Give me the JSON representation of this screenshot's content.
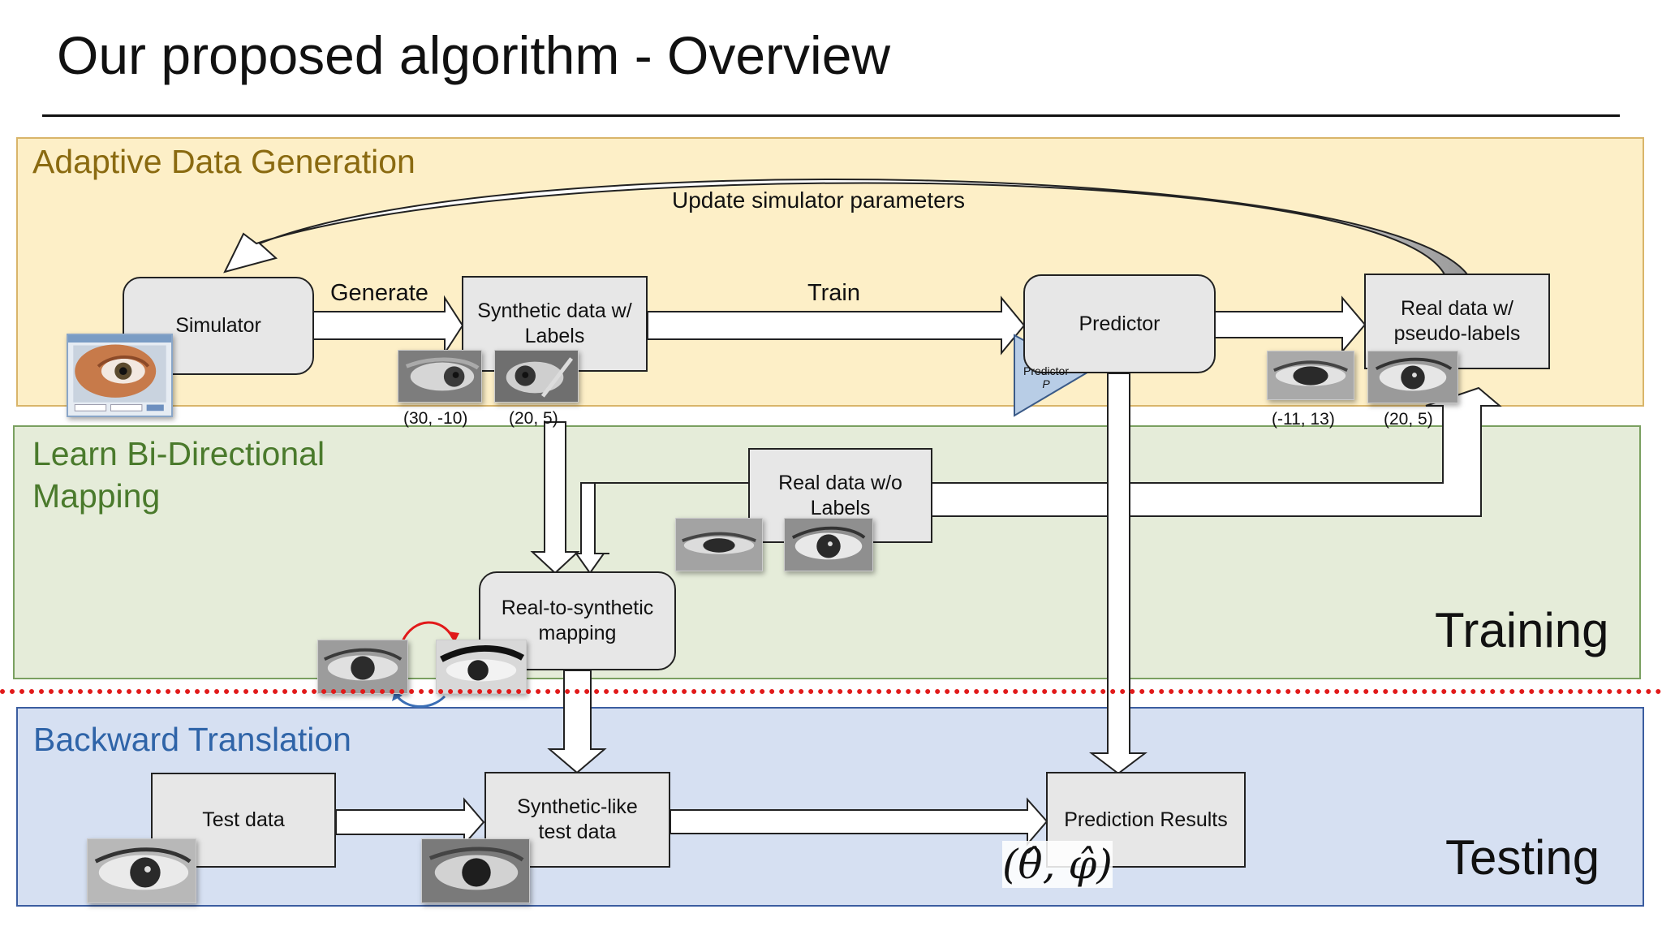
{
  "title": "Our proposed algorithm - Overview",
  "sections": {
    "adaptive": "Adaptive Data Generation",
    "learn_line1": "Learn Bi-Directional",
    "learn_line2": "Mapping",
    "backward": "Backward Translation"
  },
  "nodes": {
    "simulator": "Simulator",
    "synthetic_l1": "Synthetic data w/",
    "synthetic_l2": "Labels",
    "predictor": "Predictor",
    "predictor_tri_l1": "Predictor",
    "predictor_tri_l2": "P",
    "real_pseudo_l1": "Real data w/",
    "real_pseudo_l2": "pseudo-labels",
    "real_nolabel_l1": "Real data w/o",
    "real_nolabel_l2": "Labels",
    "r2s_l1": "Real-to-synthetic",
    "r2s_l2": "mapping",
    "test_data": "Test data",
    "synlike_l1": "Synthetic-like",
    "synlike_l2": "test data",
    "prediction_results": "Prediction Results"
  },
  "edges": {
    "generate": "Generate",
    "train": "Train",
    "update": "Update simulator parameters"
  },
  "labels": {
    "syn_coord_1": "(30, -10)",
    "syn_coord_2": "(20, 5)",
    "real_coord_1": "(-11, 13)",
    "real_coord_2": "(20, 5)",
    "training": "Training",
    "testing": "Testing",
    "output_math": "(θ̂, φ̂)"
  },
  "colors": {
    "adaptive_bg": "#fdefc7",
    "learn_bg": "#e5ecd9",
    "backward_bg": "#d6e0f2",
    "adaptive_text": "#8a6a10",
    "learn_text": "#4a7a2c",
    "backward_text": "#2f64a8",
    "divider": "#e11a1a",
    "predictor_triangle": "#b8cde6"
  }
}
